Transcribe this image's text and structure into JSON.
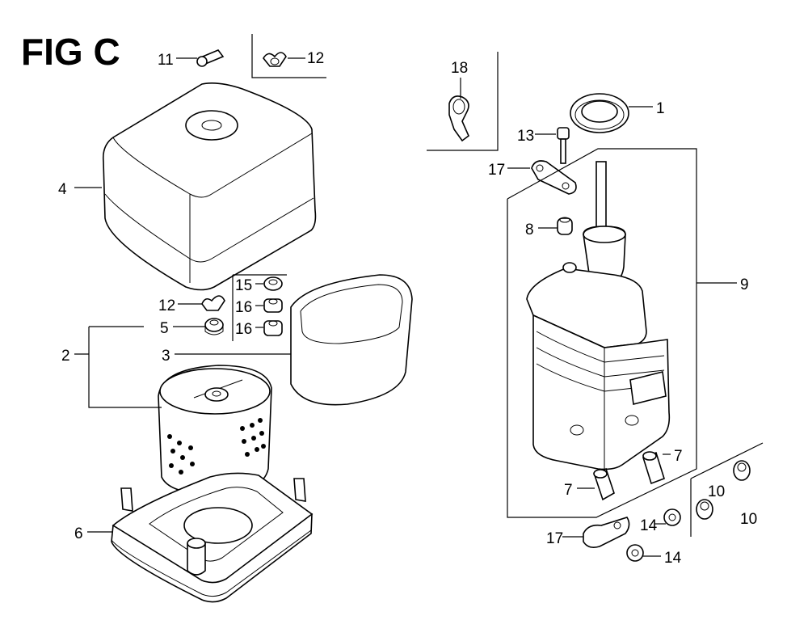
{
  "figure": {
    "title": "FIG C"
  },
  "callouts": {
    "c1": "1",
    "c2": "2",
    "c3": "3",
    "c4": "4",
    "c5": "5",
    "c6": "6",
    "c7a": "7",
    "c7b": "7",
    "c8": "8",
    "c9": "9",
    "c10a": "10",
    "c10b": "10",
    "c11": "11",
    "c12a": "12",
    "c12b": "12",
    "c13": "13",
    "c14a": "14",
    "c14b": "14",
    "c15": "15",
    "c16a": "16",
    "c16b": "16",
    "c17a": "17",
    "c17b": "17",
    "c18": "18"
  }
}
